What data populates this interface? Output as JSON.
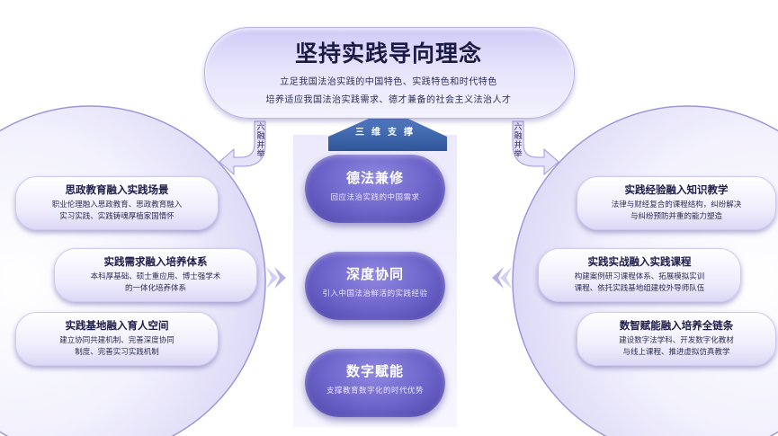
{
  "top": {
    "title": "坚持实践导向理念",
    "line1": "立足我国法治实践的中国特色、实践特色和时代特色",
    "line2": "培养适应我国法治实践需求、德才兼备的社会主义法治人才"
  },
  "left_tag": [
    "六",
    "融",
    "并",
    "举"
  ],
  "right_tag": [
    "六",
    "融",
    "并",
    "举"
  ],
  "pyramid_label": "三维支撑",
  "center": [
    {
      "title": "德法兼修",
      "sub": "回应法治实践的中国需求"
    },
    {
      "title": "深度协同",
      "sub": "引入中国法治鲜活的实践经验"
    },
    {
      "title": "数字赋能",
      "sub": "支撑教育数字化的时代优势"
    }
  ],
  "left_cards": [
    {
      "title": "思政教育融入实践场景",
      "lines": [
        "职业伦理融入思政教育、思政教育融入",
        "实习实践、实践铸魂厚植家国情怀"
      ]
    },
    {
      "title": "实践需求融入培养体系",
      "lines": [
        "本科厚基础、硕士重应用、博士强学术",
        "的一体化培养体系"
      ]
    },
    {
      "title": "实践基地融入育人空间",
      "lines": [
        "建立协同共建机制、完善深度协同",
        "制度、完善实习实践机制"
      ]
    }
  ],
  "right_cards": [
    {
      "title": "实践经验融入知识教学",
      "lines": [
        "法律与财经复合的课程结构，纠纷解决",
        "与纠纷预防并重的能力塑造"
      ]
    },
    {
      "title": "实践实战融入实践课程",
      "lines": [
        "构建案例研习课程体系、拓展模拟实训",
        "课程、依托实践基地组建校外导师队伍"
      ]
    },
    {
      "title": "数智赋能融入培养全链条",
      "lines": [
        "建设数字法学科、开发数字化教材",
        "与线上课程、推进虚拟仿真教学"
      ]
    }
  ],
  "colors": {
    "accent": "#6c63c9",
    "pyramid": "#3f68b0",
    "arrow_fill": "#e5e2fb",
    "arrow_stroke": "#9f98dc"
  }
}
